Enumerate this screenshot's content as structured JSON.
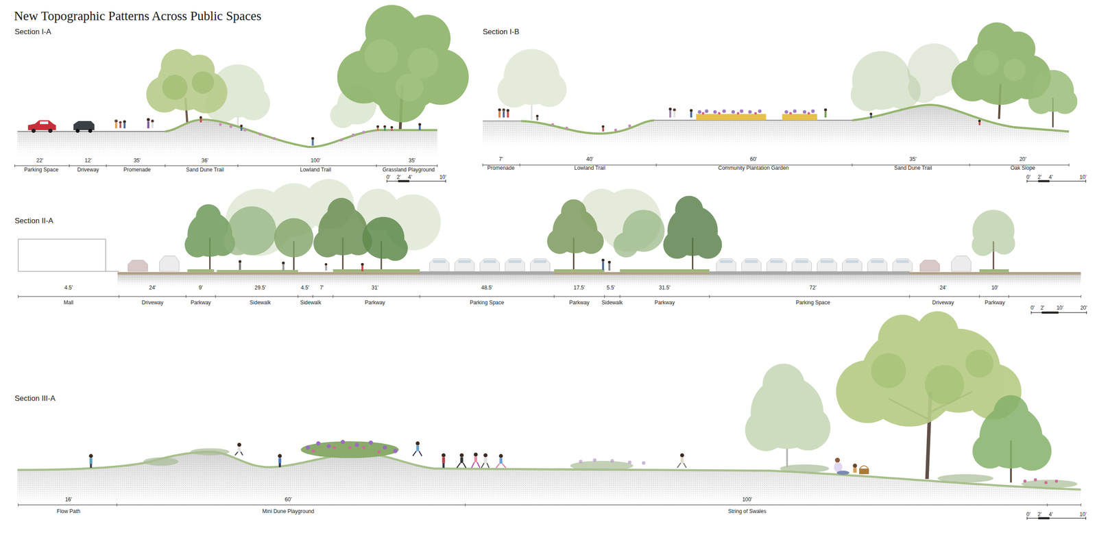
{
  "diagram": {
    "title": "New Topographic Patterns Across Public Spaces",
    "labels": [
      "Section I-A",
      "22'",
      "12'",
      "35'",
      "36'",
      "100'",
      "35'",
      "Parking Space",
      "Driveway",
      "Promenade",
      "Sand Dune Trail",
      "Lowland Trail",
      "Grassland Playground",
      "0'",
      "2'",
      "4'",
      "10'",
      "Section I-B",
      "7'",
      "40'",
      "60'",
      "35'",
      "20'",
      "Promenade",
      "Lowland Trail",
      "Community Plantation Garden",
      "Sand Dune Trail",
      "Oak Slope",
      "0'",
      "2'",
      "4'",
      "10'",
      "Section II-A",
      "4.5'",
      "24'",
      "9'",
      "29.5'",
      "4.5'",
      "7'",
      "31'",
      "48.5'",
      "17.5'",
      "5.5'",
      "31.5'",
      "72'",
      "24'",
      "10'",
      "Mall",
      "Driveway",
      "Parkway",
      "Sidewalk",
      "Sidewalk",
      "Parkway",
      "Parking Space",
      "Parkway",
      "Sidewalk",
      "Parkway",
      "Parking Space",
      "Driveway",
      "Parkway",
      "0'",
      "2'",
      "10'",
      "20'",
      "Section III-A",
      "16'",
      "60'",
      "100'",
      "Flow Path",
      "Mini Dune Playground",
      "String of Swales",
      "0'",
      "2'",
      "4'",
      "10'"
    ]
  }
}
